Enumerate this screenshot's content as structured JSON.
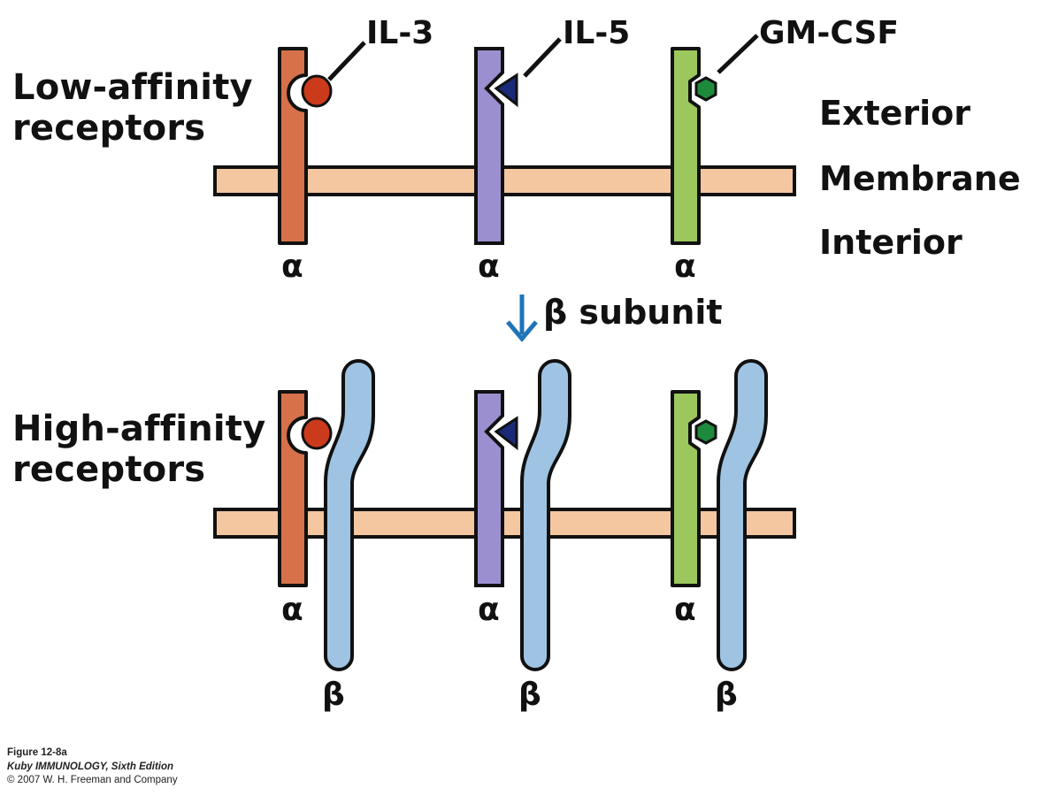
{
  "labels": {
    "low_affinity": [
      "Low-affinity",
      "receptors"
    ],
    "high_affinity": [
      "High-affinity",
      "receptors"
    ],
    "exterior": "Exterior",
    "membrane": "Membrane",
    "interior": "Interior",
    "beta_subunit": "β subunit",
    "alpha": "α",
    "beta": "β"
  },
  "ligands": [
    {
      "name": "IL-3",
      "shape": "circle",
      "receptor_color": "#d6714a",
      "ligand_color": "#cc3a1c"
    },
    {
      "name": "IL-5",
      "shape": "triangle",
      "receptor_color": "#9c8fd0",
      "ligand_color": "#1a2a78"
    },
    {
      "name": "GM-CSF",
      "shape": "hexagon",
      "receptor_color": "#9cc75c",
      "ligand_color": "#1e8a3c"
    }
  ],
  "colors": {
    "membrane": "#f4c7a0",
    "beta_subunit": "#9fc4e3",
    "arrow": "#1f74b8",
    "outline": "#111111"
  },
  "caption": {
    "figure": "Figure 12-8a",
    "book": "Kuby IMMUNOLOGY, Sixth Edition",
    "copyright": "© 2007 W. H. Freeman and Company"
  }
}
